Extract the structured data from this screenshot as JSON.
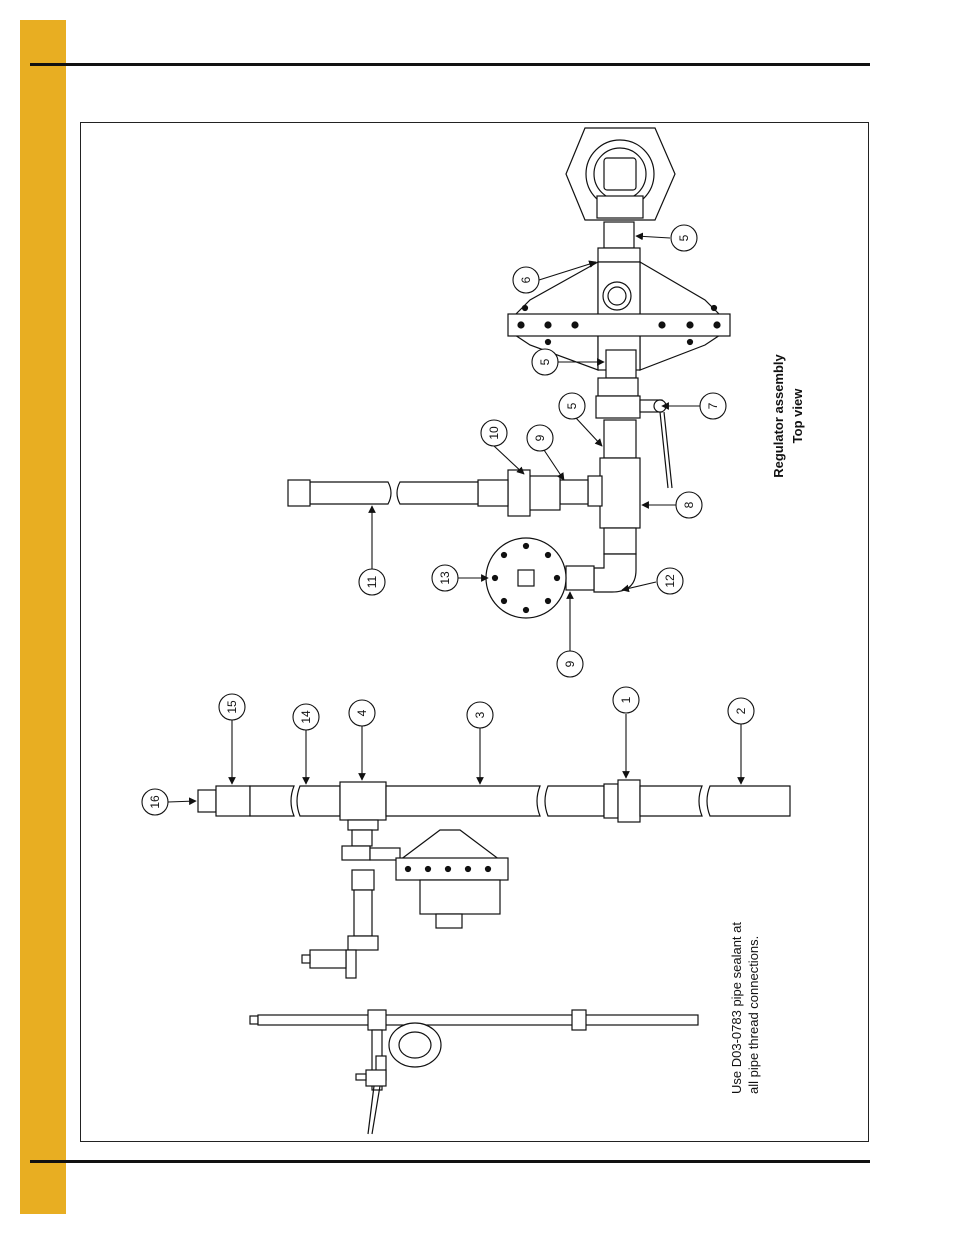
{
  "diagram": {
    "title_line1": "Regulator assembly",
    "title_line2": "Top view",
    "note_line1": "Use D03-0783 pipe sealant at",
    "note_line2": "all pipe thread connections.",
    "callouts": {
      "c1": "1",
      "c2": "2",
      "c3": "3",
      "c4": "4",
      "c5a": "5",
      "c5b": "5",
      "c5c": "5",
      "c6": "6",
      "c7": "7",
      "c8": "8",
      "c9a": "9",
      "c9b": "9",
      "c10": "10",
      "c11": "11",
      "c12": "12",
      "c13": "13",
      "c14": "14",
      "c15": "15",
      "c16": "16"
    }
  }
}
